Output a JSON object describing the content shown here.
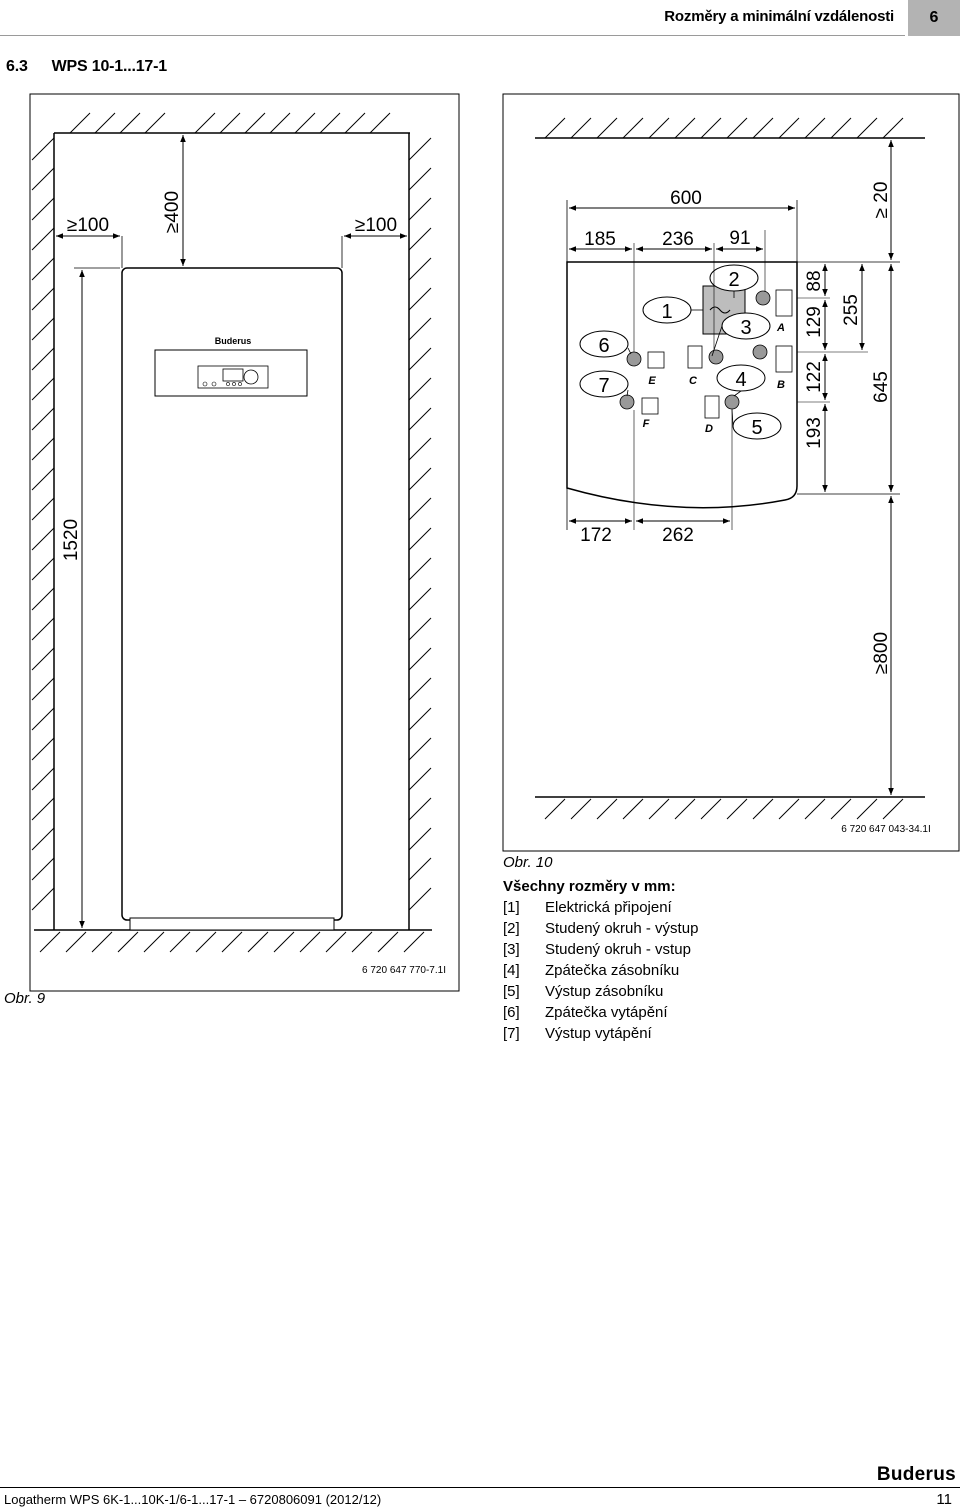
{
  "header": {
    "title": "Rozměry a minimální vzdálenosti",
    "chapter": "6"
  },
  "section": {
    "number": "6.3",
    "title": "WPS 10-1...17-1"
  },
  "figure9": {
    "caption": "Obr. 9",
    "code": "6 720 647 770-7.1I",
    "brand_label": "Buderus",
    "dims": {
      "left_clearance": "≥100",
      "right_clearance": "≥100",
      "top_clearance": "≥400",
      "height": "1520"
    }
  },
  "figure10": {
    "caption": "Obr. 10",
    "code": "6 720 647 043-34.1I",
    "dims": {
      "width": "600",
      "d185": "185",
      "d236": "236",
      "d91": "91",
      "top_clear": "≥ 20",
      "d88": "88",
      "d129": "129",
      "d255": "255",
      "d122": "122",
      "d645": "645",
      "d193": "193",
      "d172": "172",
      "d262": "262",
      "front_clear": "≥800"
    },
    "callouts": [
      "1",
      "2",
      "3",
      "4",
      "5",
      "6",
      "7"
    ],
    "ports": [
      "A",
      "B",
      "C",
      "D",
      "E",
      "F"
    ]
  },
  "legend": {
    "heading": "Všechny rozměry v mm:",
    "items": [
      {
        "ref": "[1]",
        "text": "Elektrická připojení"
      },
      {
        "ref": "[2]",
        "text": "Studený okruh - výstup"
      },
      {
        "ref": "[3]",
        "text": "Studený okruh - vstup"
      },
      {
        "ref": "[4]",
        "text": "Zpátečka zásobníku"
      },
      {
        "ref": "[5]",
        "text": "Výstup zásobníku"
      },
      {
        "ref": "[6]",
        "text": "Zpátečka vytápění"
      },
      {
        "ref": "[7]",
        "text": "Výstup vytápění"
      }
    ]
  },
  "footer": {
    "text": "Logatherm WPS 6K-1...10K-1/6-1...17-1 – 6720806091 (2012/12)",
    "page": "11",
    "brand": "Buderus"
  }
}
